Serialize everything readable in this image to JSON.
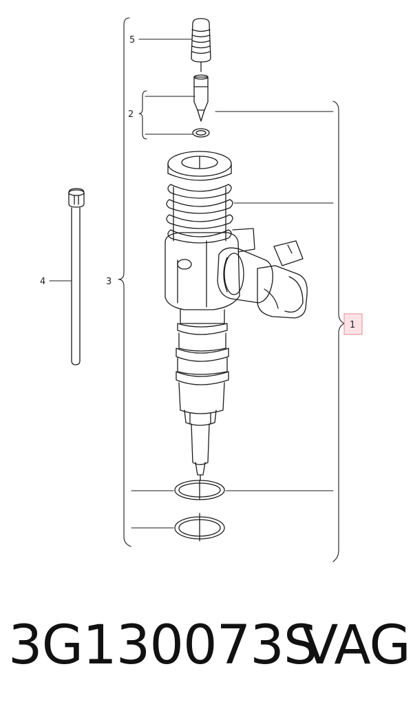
{
  "callouts": {
    "c1": "1",
    "c2": "2",
    "c3": "3",
    "c4": "4",
    "c5": "5"
  },
  "caption": {
    "part_number": "3G130073S",
    "brand": "VAG"
  },
  "colors": {
    "line": "#1a1a1a",
    "highlight_fill": "#fde3e6",
    "highlight_stroke": "#e58a96"
  }
}
